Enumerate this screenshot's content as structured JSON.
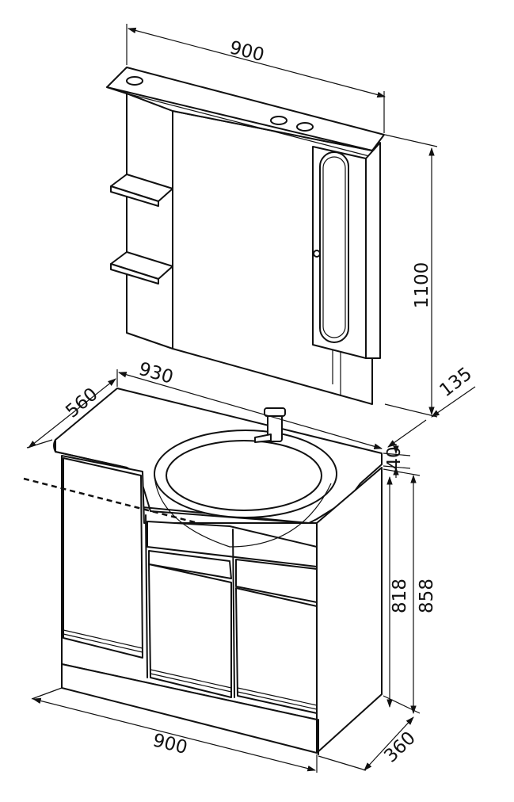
{
  "dimensions": {
    "mirror_width": "900",
    "mirror_height": "1100",
    "mirror_depth": "135",
    "top_width": "930",
    "top_depth": "560",
    "top_thickness": "40",
    "cabinet_height": "818",
    "total_height": "858",
    "cabinet_width": "900",
    "cabinet_depth": "360"
  }
}
